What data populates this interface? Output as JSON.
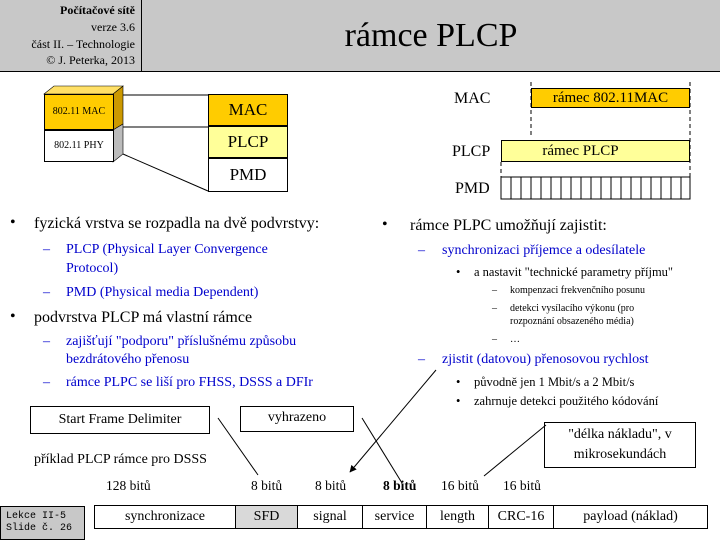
{
  "header": {
    "course": "Počítačové sítě",
    "version": "verze 3.6",
    "part": "část II. – Technologie",
    "copyright": "© J. Peterka, 2013"
  },
  "title": "rámce PLCP",
  "layers_left": {
    "mac_small": "802.11 MAC",
    "phy_small": "802.11 PHY",
    "mac": "MAC",
    "plcp": "PLCP",
    "pmd": "PMD"
  },
  "layers_right": {
    "mac_label": "MAC",
    "plcp_label": "PLCP",
    "pmd_label": "PMD",
    "mac_frame": "rámec 802.11MAC",
    "plcp_frame": "rámec PLCP"
  },
  "left_bullets": {
    "item1": "fyzická vrstva se rozpadla na dvě podvrstvy:",
    "item1_sub1_line1": "PLCP (Physical  Layer Convergence",
    "item1_sub1_line2": "Protocol)",
    "item1_sub2": "PMD (Physical  media Dependent)",
    "item2": "podvrstva PLCP má vlastní rámce",
    "item2_sub1_line1": "zajišťují  \"podporu\"  příslušnému  způsobu",
    "item2_sub1_line2": "bezdrátového  přenosu",
    "item2_sub2": "rámce PLPC se liší  pro FHSS, DSSS a DFIr"
  },
  "right_bullets": {
    "item1": "rámce PLPC umožňují zajistit:",
    "sub1": "synchronizaci  příjemce  a odesílatele",
    "sub1_a": "a nastavit \"technické parametry příjmu\"",
    "sub1_a1": "kompenzaci frekvenčního posunu",
    "sub1_a2_line1": "detekci vysílacího výkonu (pro",
    "sub1_a2_line2": "rozpoznání obsazeného média)",
    "sub1_a3": "…",
    "sub2": "zjistit  (datovou)  přenosovou  rychlost",
    "sub2_a": "původně jen 1 Mbit/s a 2 Mbit/s",
    "sub2_b": "zahrnuje detekci použitého kódování"
  },
  "frame": {
    "callout_sfd": "Start Frame Delimiter",
    "callout_reserved": "vyhrazeno",
    "callout_length_line1": "\"délka nákladu\",  v",
    "callout_length_line2": "mikrosekundách",
    "example_caption": "příklad  PLCP rámce pro DSSS",
    "bits_128": "128 bitů",
    "bits_sfd": "8 bitů",
    "bits_signal": "8 bitů",
    "bits_service": "8 bitů",
    "bits_length": "16 bitů",
    "bits_crc": "16 bitů",
    "f_sync": "synchronizace",
    "f_sfd": "SFD",
    "f_signal": "signal",
    "f_service": "service",
    "f_length": "length",
    "f_crc": "CRC-16",
    "f_payload": "payload  (náklad)"
  },
  "footer": {
    "line1": "Lekce II-5",
    "line2": "Slide č. 26"
  },
  "colors": {
    "header_gray": "#c8c8c8",
    "mac_orange": "#ffcc00",
    "plcp_yellow": "#ffff99",
    "link_blue": "#0000cc"
  }
}
